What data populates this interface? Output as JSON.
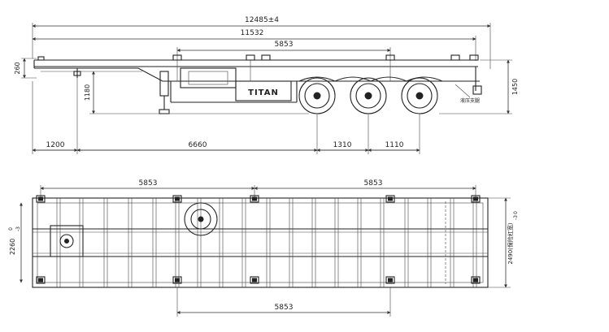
{
  "brand": "TITAN",
  "side_view": {
    "overall_length": "12485±4",
    "frame_length": "11532",
    "top_span": "5853",
    "deck_thickness": "260",
    "kingpin_height": "1180",
    "total_height": "1450",
    "front_overhang": "1200",
    "kingpin_to_axle": "6660",
    "axle_spacing_1": "1310",
    "axle_spacing_2": "1110",
    "rear_note": "液压支腿"
  },
  "plan_view": {
    "span_left": "5853",
    "span_right": "5853",
    "span_bottom": "5853",
    "lock_width": "2260",
    "lock_width_tol": "-3",
    "lock_width_tol2": "0",
    "overall_width": "2490(保险杠宽)",
    "overall_width_tol": "0",
    "overall_width_tol2": "-3"
  },
  "colors": {
    "line": "#222222",
    "background": "#ffffff"
  }
}
